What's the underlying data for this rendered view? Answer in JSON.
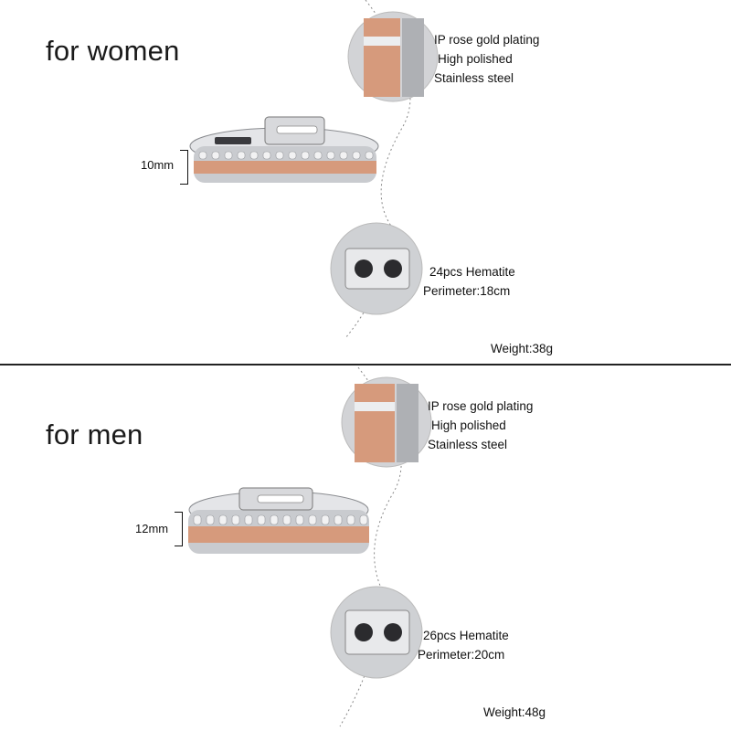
{
  "women": {
    "heading": "for women",
    "width": "10mm",
    "features": [
      "IP rose gold plating",
      "High polished",
      "Stainless steel"
    ],
    "magnets": [
      "24pcs Hematite",
      "Perimeter:18cm"
    ],
    "weight": "Weight:38g"
  },
  "men": {
    "heading": "for men",
    "width": "12mm",
    "features": [
      "IP rose gold plating",
      "High polished",
      "Stainless steel"
    ],
    "magnets": [
      "26pcs Hematite",
      "Perimeter:20cm"
    ],
    "weight": "Weight:48g"
  },
  "colors": {
    "rose_gold": "#d69a7c",
    "silver": "#c9cbcf",
    "hematite": "#2b2b2e"
  }
}
